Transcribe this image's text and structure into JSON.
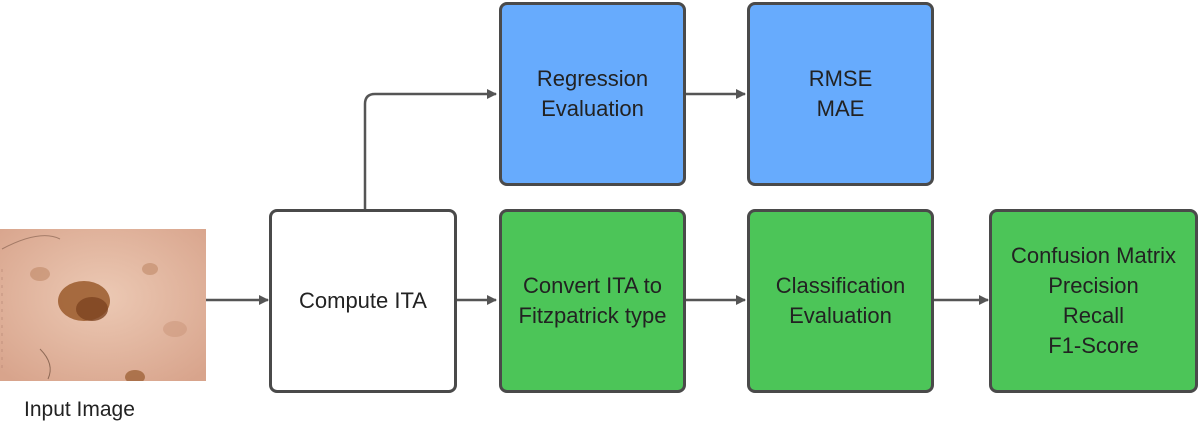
{
  "input": {
    "caption": "Input Image"
  },
  "nodes": {
    "compute_ita": [
      "Compute ITA"
    ],
    "regression_eval": [
      "Regression",
      "Evaluation"
    ],
    "rmse_mae": [
      "RMSE",
      "MAE"
    ],
    "convert_ita": [
      "Convert ITA to",
      "Fitzpatrick type"
    ],
    "classification_eval": [
      "Classification",
      "Evaluation"
    ],
    "metrics": [
      "Confusion Matrix",
      "Precision",
      "Recall",
      "F1-Score"
    ]
  },
  "colors": {
    "regression_fill": "#67abfd",
    "classification_fill": "#4cc558",
    "border": "#4a4a4a",
    "arrow": "#555555"
  }
}
